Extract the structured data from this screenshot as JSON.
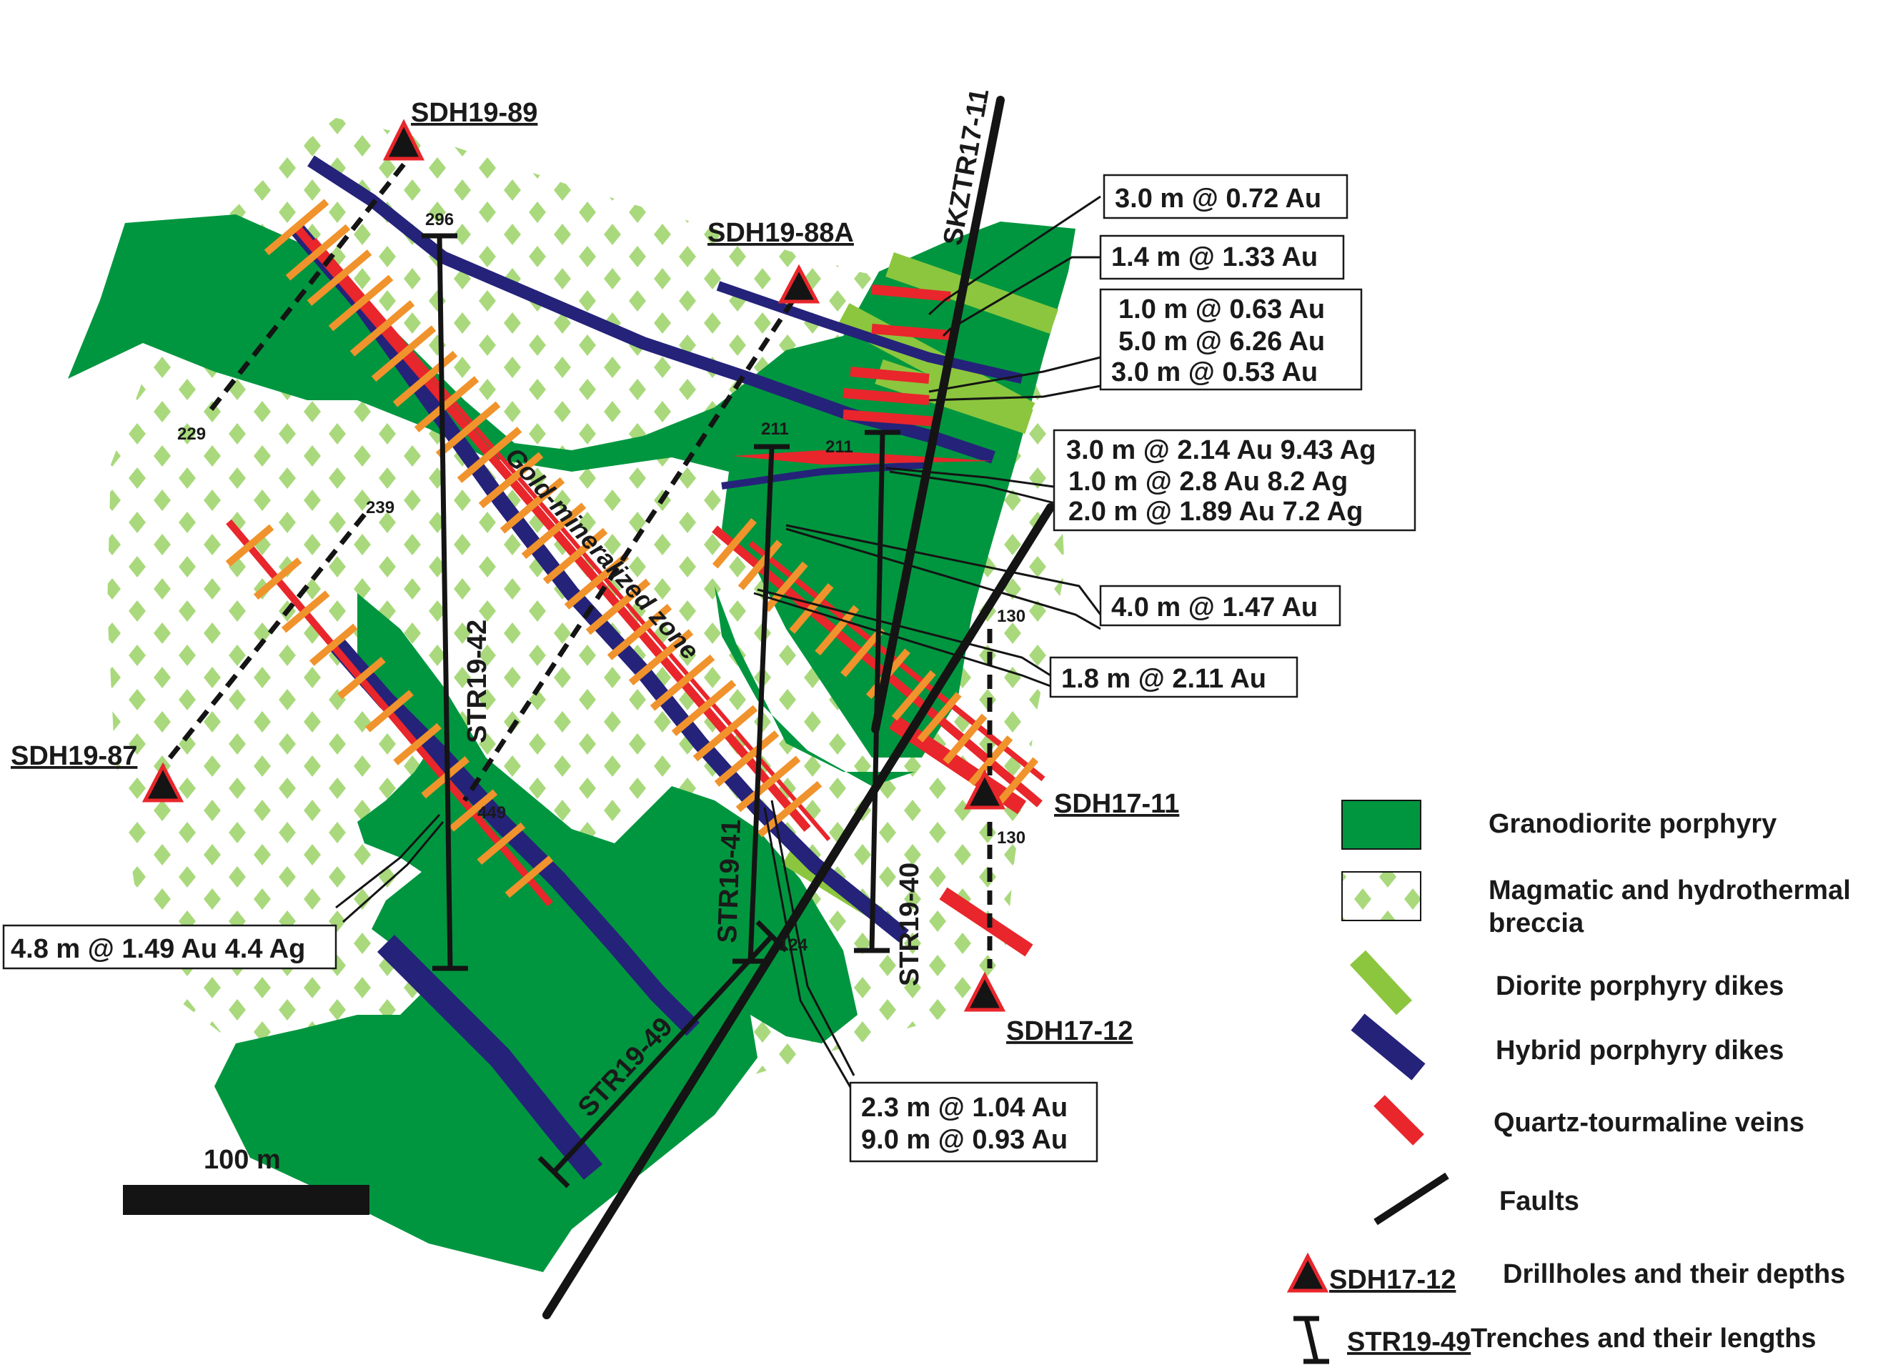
{
  "drillholes": {
    "sdh19_89": "SDH19-89",
    "sdh19_88a": "SDH19-88A",
    "sdh19_87": "SDH19-87",
    "sdh17_11": "SDH17-11",
    "sdh17_12": "SDH17-12"
  },
  "trenches": {
    "skztr17_11": "SKZTR17-11",
    "str19_42": "STR19-42",
    "str19_41": "STR19-41",
    "str19_40": "STR19-40",
    "str19_49": "STR19-49"
  },
  "depths": {
    "d296": "296",
    "d229": "229",
    "d239": "239",
    "d449": "449",
    "d211a": "211",
    "d211b": "211",
    "d130a": "130",
    "d130b": "130",
    "d124": "124"
  },
  "zone_label": "Gold-mineralized zone",
  "intercepts": {
    "a1": "3.0 m @ 0.72 Au",
    "a2": "1.4 m @ 1.33 Au",
    "a3": [
      "1.0 m @ 0.63 Au",
      "5.0 m @ 6.26 Au",
      "3.0 m @ 0.53 Au"
    ],
    "a4": [
      "3.0 m @ 2.14 Au 9.43 Ag",
      "1.0 m @ 2.8 Au 8.2 Ag",
      "2.0 m @ 1.89 Au 7.2 Ag"
    ],
    "a5": "4.0 m @ 1.47 Au",
    "a6": "1.8 m @ 2.11 Au",
    "a7": "4.8 m @ 1.49 Au 4.4 Ag",
    "a8": [
      "2.3 m @ 1.04 Au",
      "9.0 m @ 0.93 Au"
    ]
  },
  "scale_bar": "100 m",
  "legend": {
    "granodiorite": "Granodiorite porphyry",
    "breccia": [
      "Magmatic and hydrothermal",
      "breccia"
    ],
    "diorite": "Diorite porphyry dikes",
    "hybrid": "Hybrid porphyry dikes",
    "quartz": "Quartz-tourmaline veins",
    "faults": "Faults",
    "drillholes": "Drillholes and their depths",
    "drillhole_sample": "SDH17-12",
    "trenches": "Trenches and their lengths",
    "trench_sample": "STR19-49"
  },
  "colors": {
    "granodiorite": "#00963f",
    "breccia": "#a9d97c",
    "diorite": "#8cc63e",
    "hybrid": "#25227a",
    "quartz": "#e8262b",
    "orange": "#f0932c",
    "fault": "#141414"
  }
}
